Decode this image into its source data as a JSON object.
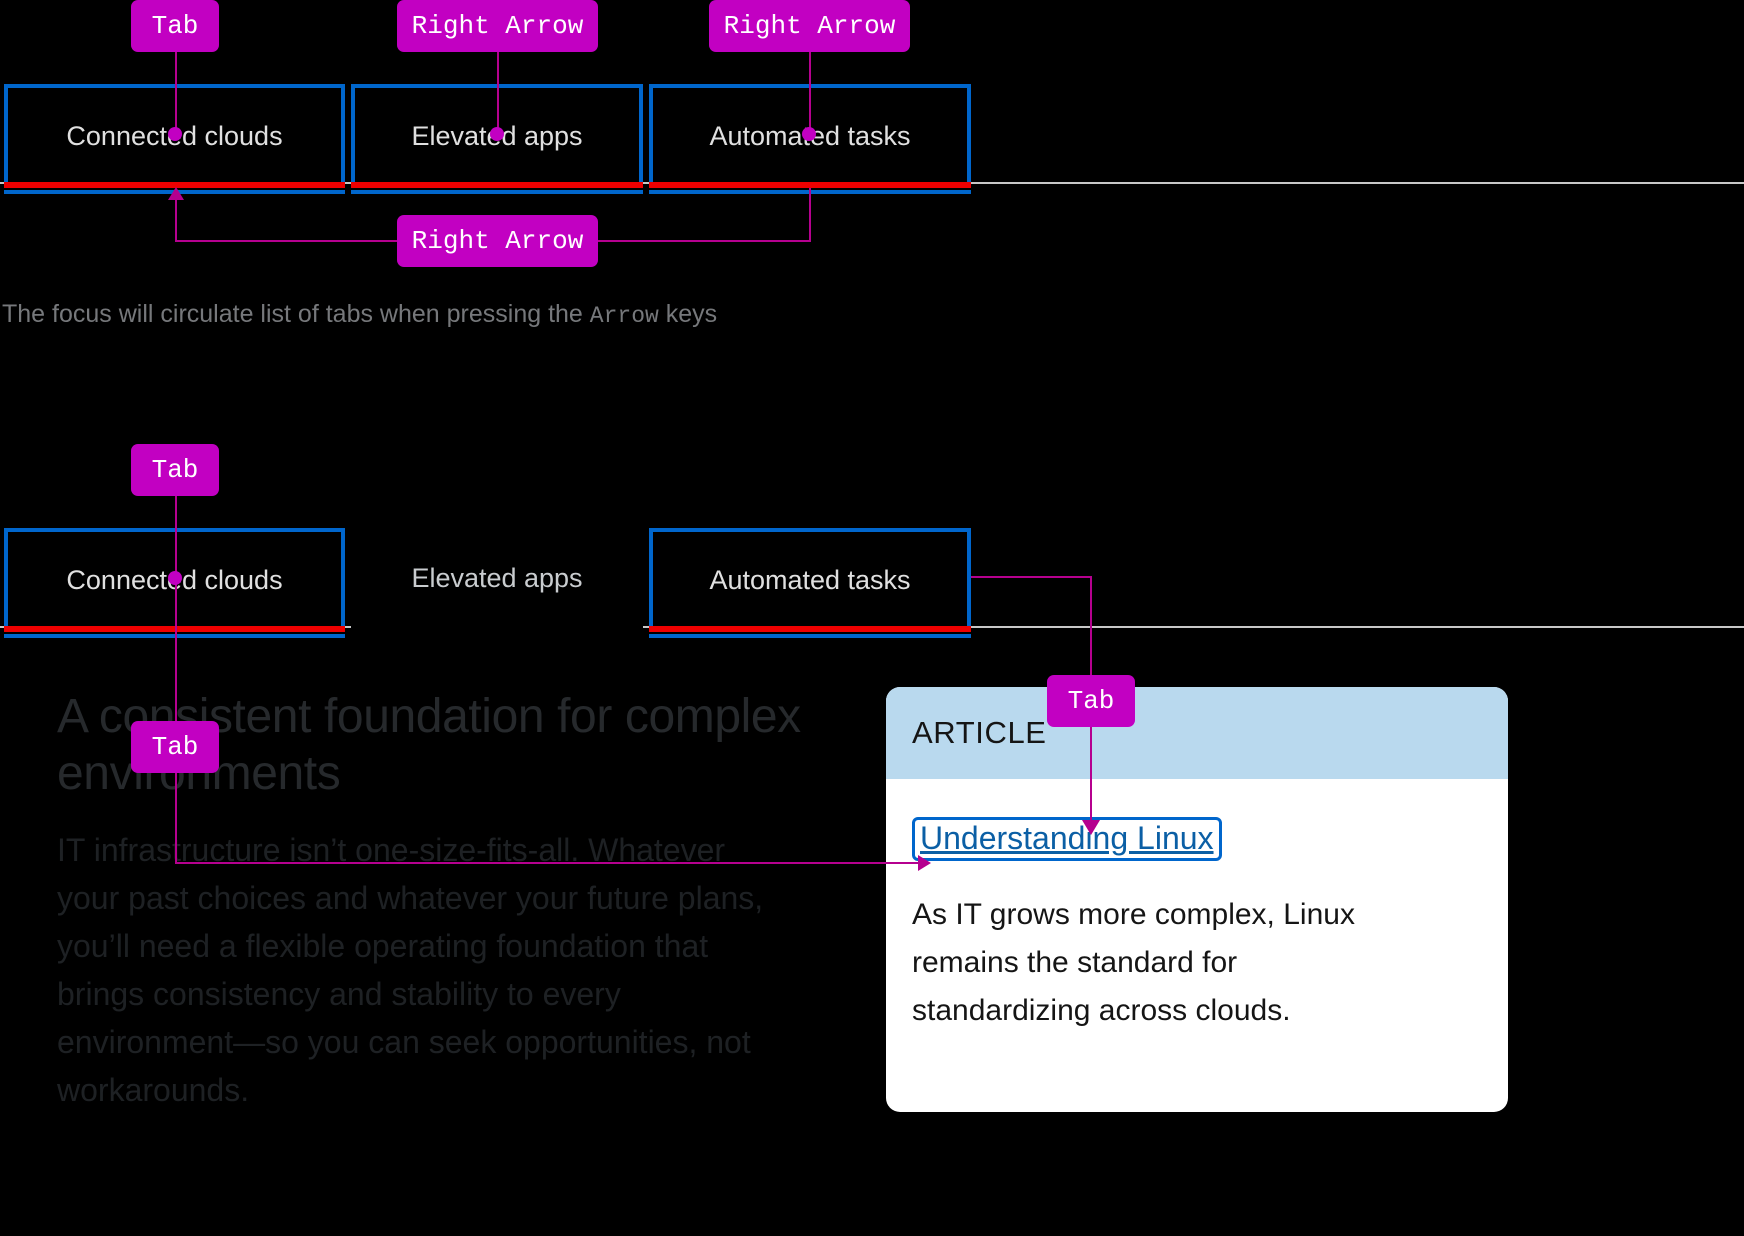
{
  "colors": {
    "background": "#000000",
    "badge": "#C200C2",
    "connector": "#B5008F",
    "focus_outline": "#0066CC",
    "active_underline": "#EE0000",
    "tab_baseline": "#C7C7C7",
    "card_header": "#B9D9EE",
    "card_background": "#FFFFFF",
    "link": "#0B5FA5"
  },
  "section_one": {
    "badges": [
      {
        "label": "Tab"
      },
      {
        "label": "Right Arrow"
      },
      {
        "label": "Right Arrow"
      },
      {
        "label": "Right Arrow"
      }
    ],
    "tabs": [
      {
        "label": "Connected clouds",
        "focused": "true",
        "active": "true"
      },
      {
        "label": "Elevated apps",
        "focused": "true",
        "active": "true"
      },
      {
        "label": "Automated tasks",
        "focused": "true",
        "active": "true"
      }
    ],
    "caption_prefix": "The focus will circulate list of tabs when pressing the ",
    "caption_key": "Arrow",
    "caption_suffix": " keys"
  },
  "section_two": {
    "badges": [
      {
        "label": "Tab"
      },
      {
        "label": "Tab"
      },
      {
        "label": "Tab"
      }
    ],
    "tabs": [
      {
        "label": "Connected clouds",
        "focused": "true",
        "active": "true"
      },
      {
        "label": "Elevated apps",
        "focused": "false",
        "active": "false"
      },
      {
        "label": "Automated tasks",
        "focused": "true",
        "active": "true"
      }
    ],
    "content": {
      "headline": "A consistent foundation for complex environments",
      "paragraph": "IT infrastructure isn’t one-size-fits-all. Whatever your past choices and whatever your future plans, you’ll need a flexible operating foundation that brings consistency and stability to every environment—so you can seek opportunities, not workarounds."
    },
    "card": {
      "eyebrow": "ARTICLE",
      "link": "Understanding Linux",
      "text": "As IT grows more complex, Linux remains the standard for standardizing across clouds."
    }
  }
}
